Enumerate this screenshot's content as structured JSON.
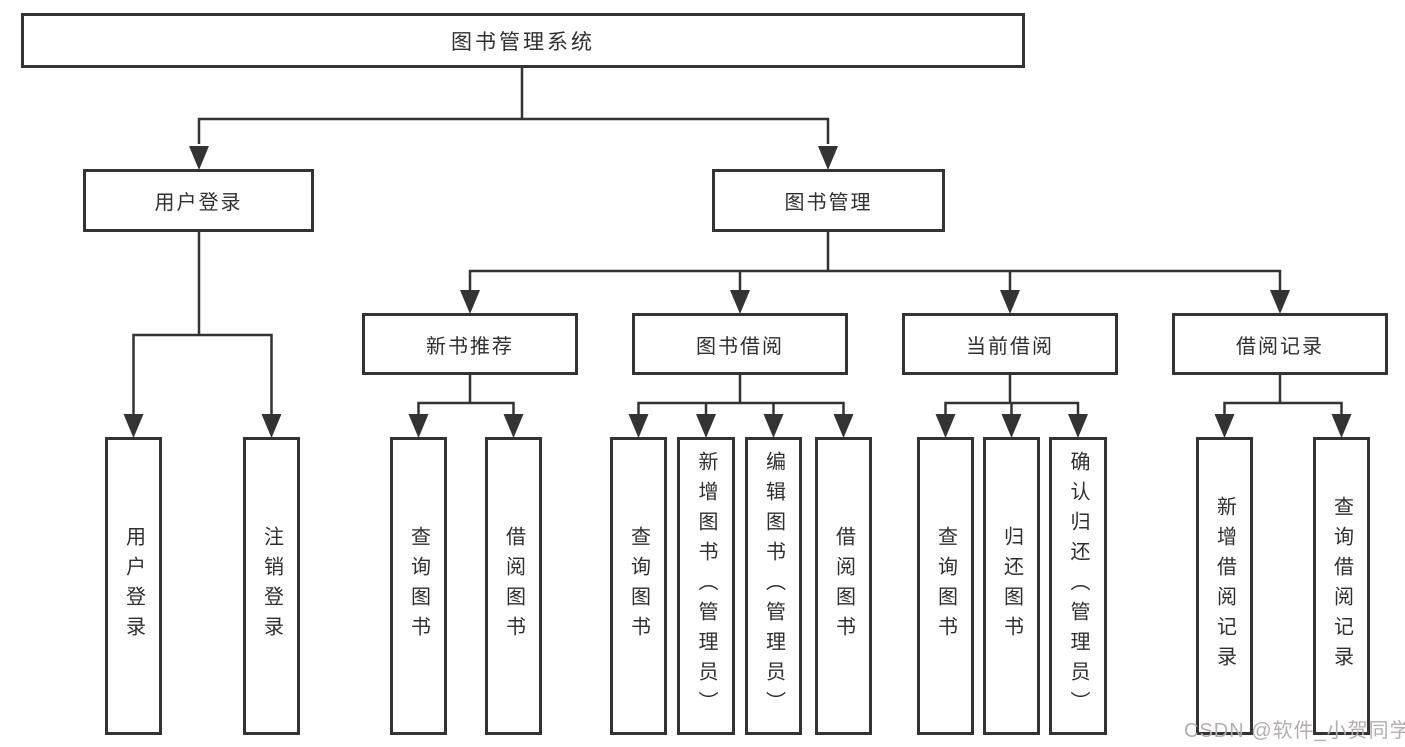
{
  "diagram": {
    "root": {
      "label": "图书管理系统"
    },
    "branches": [
      {
        "label": "用户登录",
        "children": [
          {
            "label": "用户登录"
          },
          {
            "label": "注销登录"
          }
        ]
      },
      {
        "label": "图书管理",
        "sections": [
          {
            "label": "新书推荐",
            "children": [
              {
                "label": "查询图书"
              },
              {
                "label": "借阅图书"
              }
            ]
          },
          {
            "label": "图书借阅",
            "children": [
              {
                "label": "查询图书"
              },
              {
                "label": "新增图书（管理员）"
              },
              {
                "label": "编辑图书（管理员）"
              },
              {
                "label": "借阅图书"
              }
            ]
          },
          {
            "label": "当前借阅",
            "children": [
              {
                "label": "查询图书"
              },
              {
                "label": "归还图书"
              },
              {
                "label": "确认归还（管理员）"
              }
            ]
          },
          {
            "label": "借阅记录",
            "children": [
              {
                "label": "新增借阅记录"
              },
              {
                "label": "查询借阅记录"
              }
            ]
          }
        ]
      }
    ]
  },
  "watermark": {
    "text": "CSDN @软件_小贺同学"
  },
  "colors": {
    "line": "#333333",
    "text": "#2f2f2f",
    "watermark": "#b3aeb0",
    "background": "#ffffff"
  }
}
